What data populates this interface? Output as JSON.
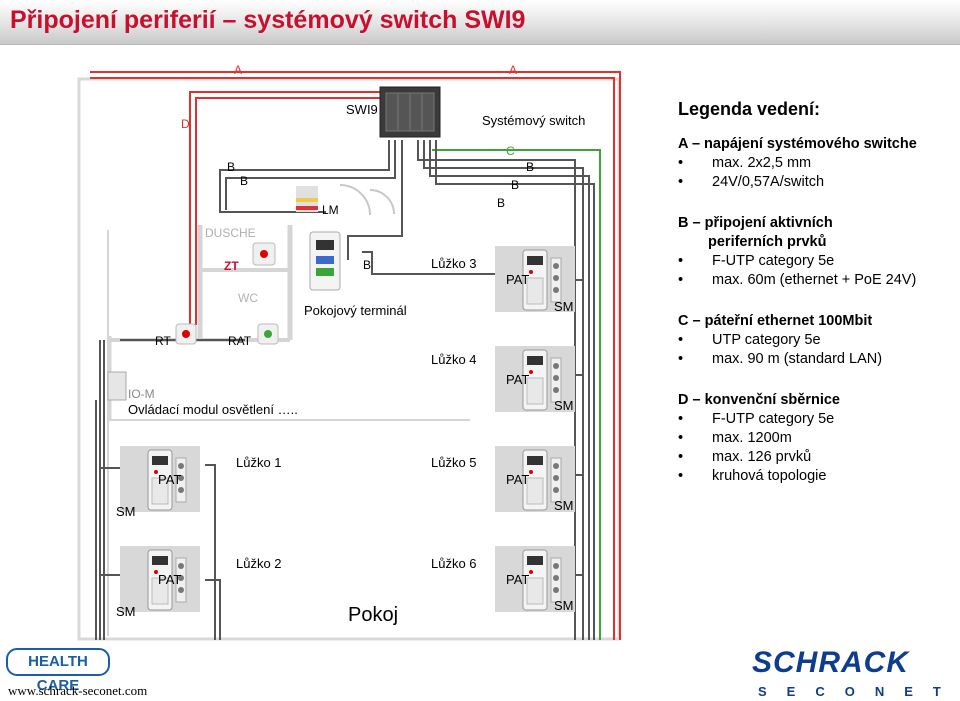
{
  "title": "Připojení periferií – systémový switch SWI9",
  "line_letters": {
    "a1": "A",
    "a2": "A",
    "d": "D",
    "b1": "B",
    "b2": "B",
    "b_terminal": "B",
    "c": "C",
    "b3": "B",
    "b4": "B",
    "b5": "B"
  },
  "devices": {
    "swi9": "SWI9",
    "switch_label": "Systémový switch",
    "lm": "LM",
    "dusche": "DUSCHE",
    "zt": "ZT",
    "wc": "WC",
    "terminal_label": "Pokojový terminál",
    "rt": "RT",
    "rat": "RAT",
    "io_m": "IO-M",
    "lighting_label": "Ovládací modul osvětlení …..",
    "room_label": "Pokoj",
    "pat": "PAT",
    "sm": "SM"
  },
  "beds": {
    "bed1": "Lůžko 1",
    "bed2": "Lůžko 2",
    "bed3": "Lůžko 3",
    "bed4": "Lůžko 4",
    "bed5": "Lůžko 5",
    "bed6": "Lůžko 6"
  },
  "legend": {
    "heading": "Legenda vedení:",
    "a": {
      "title": "A – napájení systémového switche",
      "items": [
        "max. 2x2,5 mm",
        "24V/0,57A/switch"
      ]
    },
    "b": {
      "title": "B – připojení aktivních",
      "title2": "periferních prvků",
      "items": [
        "F-UTP category 5e",
        "max. 60m (ethernet + PoE 24V)"
      ]
    },
    "c": {
      "title": "C – páteřní ethernet 100Mbit",
      "items": [
        "UTP category 5e",
        "max. 90 m (standard LAN)"
      ]
    },
    "d": {
      "title": "D – konvenční sběrnice",
      "items": [
        "F-UTP category 5e",
        "max. 1200m",
        "max. 126 prvků",
        "kruhová topologie"
      ]
    }
  },
  "footer": {
    "health_care": "HEALTH CARE",
    "url": "www.schrack-seconet.com",
    "brand": "SCHRACK",
    "brand_sub": "SECONET"
  },
  "colors": {
    "title": "#c8102e",
    "line_a": "#e03030",
    "line_c": "#3aa63a",
    "brand": "#0e3d8f"
  }
}
